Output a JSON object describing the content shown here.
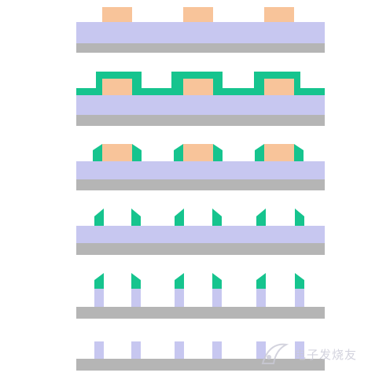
{
  "diagram": {
    "type": "process-sequence",
    "step_count": 6,
    "colors": {
      "substrate": "#b5b5b5",
      "film": "#c7c7f0",
      "mandrel": "#f8c49a",
      "spacer": "#16c48e",
      "background": "#ffffff"
    },
    "steps": [
      {
        "id": "step-1",
        "layers": [
          "substrate",
          "film",
          "mandrels"
        ]
      },
      {
        "id": "step-2",
        "layers": [
          "substrate",
          "film",
          "mandrels",
          "conformal-spacer-film"
        ]
      },
      {
        "id": "step-3",
        "layers": [
          "substrate",
          "film",
          "mandrels",
          "sidewall-spacers"
        ]
      },
      {
        "id": "step-4",
        "layers": [
          "substrate",
          "film",
          "sidewall-spacers"
        ]
      },
      {
        "id": "step-5",
        "layers": [
          "substrate",
          "etched-film-lines",
          "sidewall-spacers"
        ]
      },
      {
        "id": "step-6",
        "layers": [
          "substrate",
          "etched-film-lines"
        ]
      }
    ]
  },
  "watermark": {
    "icon": "logo-icon",
    "text": "电子发烧友"
  }
}
